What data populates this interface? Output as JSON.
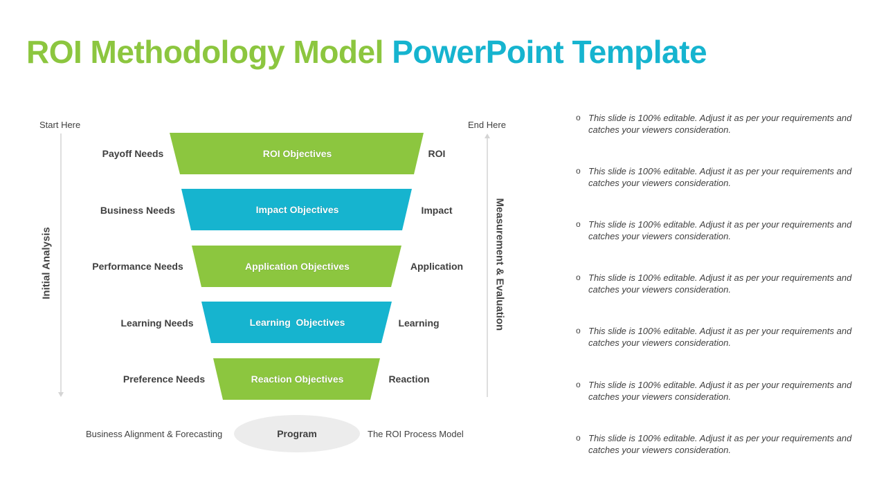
{
  "title": {
    "part1": "ROI Methodology Model",
    "part2": "PowerPoint Template"
  },
  "colors": {
    "green": "#8cc63f",
    "blue": "#16b4cf",
    "gray_text": "#3f3f3f",
    "ellipse": "#ececec"
  },
  "diagram": {
    "start_label": "Start Here",
    "end_label": "End Here",
    "left_axis_label": "Initial Analysis",
    "right_axis_label": "Measurement & Evaluation",
    "levels": [
      {
        "need": "Payoff Needs",
        "objective": "ROI Objectives",
        "result": "ROI",
        "color": "green"
      },
      {
        "need": "Business Needs",
        "objective": "Impact Objectives",
        "result": "Impact",
        "color": "blue"
      },
      {
        "need": "Performance Needs",
        "objective": "Application Objectives",
        "result": "Application",
        "color": "green"
      },
      {
        "need": "Learning Needs",
        "objective": "Learning  Objectives",
        "result": "Learning",
        "color": "blue"
      },
      {
        "need": "Preference Needs",
        "objective": "Reaction Objectives",
        "result": "Reaction",
        "color": "green"
      }
    ],
    "bottom_left": "Business Alignment & Forecasting",
    "center": "Program",
    "bottom_right": "The ROI Process Model"
  },
  "bullets": {
    "marker": "o",
    "items": [
      "This slide is 100%  editable. Adjust it as per your requirements and catches your viewers consideration.",
      "This slide is 100%  editable. Adjust it as per your requirements and catches your viewers consideration.",
      "This slide is 100%  editable. Adjust it as per your requirements and catches your viewers consideration.",
      "This slide is 100%  editable. Adjust it as per your requirements and catches your viewers consideration.",
      "This slide is 100%  editable. Adjust it as per your requirements and catches your viewers consideration.",
      "This slide is 100%  editable. Adjust it as per your requirements and catches your viewers consideration.",
      "This slide is 100%  editable. Adjust it as per your requirements and catches your viewers consideration."
    ]
  }
}
